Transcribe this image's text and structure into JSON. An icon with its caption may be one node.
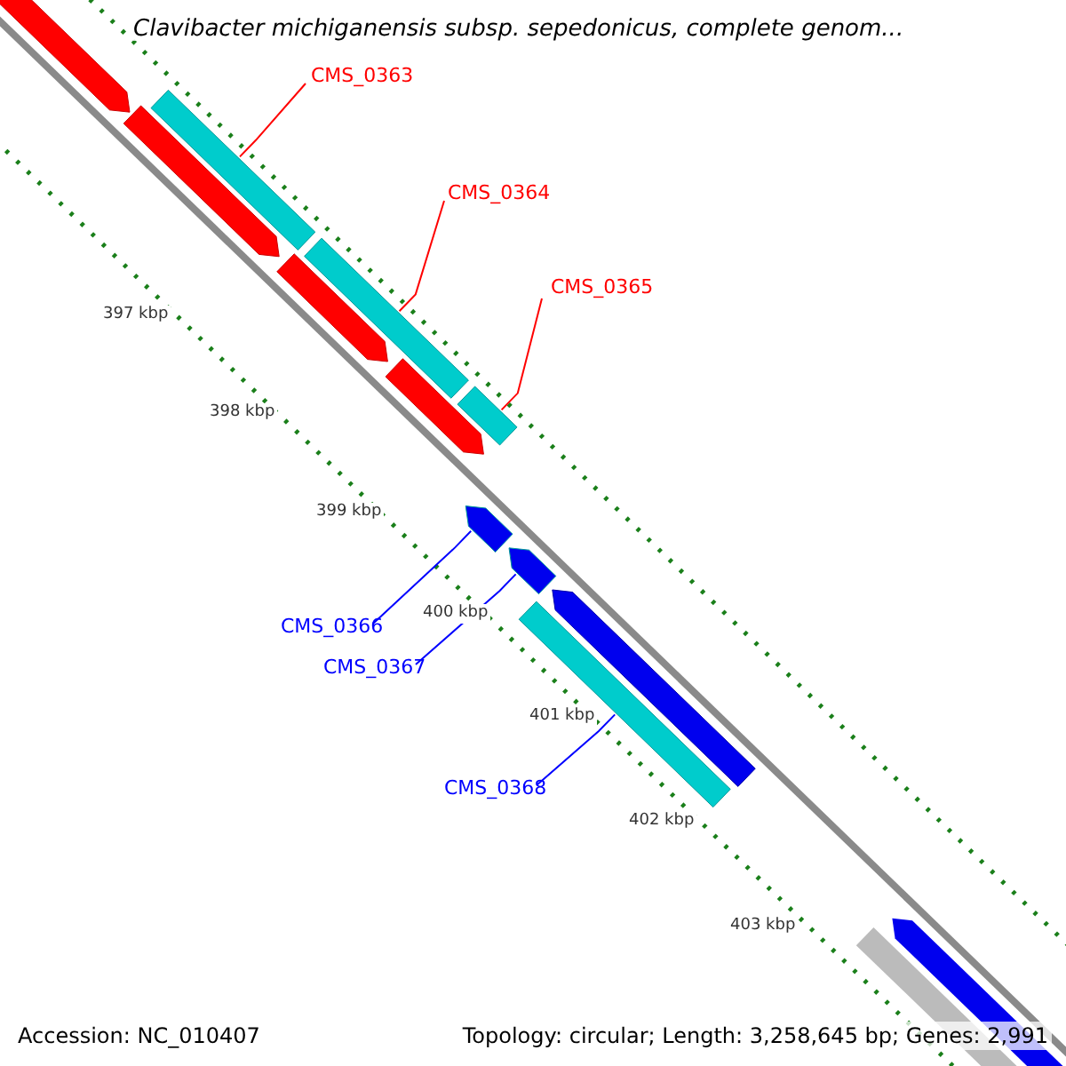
{
  "diagram": {
    "title": "Clavibacter michiganensis subsp. sepedonicus, complete genom...",
    "nodes": [
      {
        "text": [
          "CMS_0363"
        ]
      },
      {
        "text": [],
        "shape": "bar"
      },
      {
        "text": [
          "CMS_0364"
        ]
      },
      {
        "text": [],
        "shape": "bar"
      },
      {
        "text": [
          "CMS_0365"
        ]
      },
      {
        "text": [],
        "shape": "bar"
      },
      {
        "text": [
          "CMS_0366"
        ]
      },
      {
        "text": [],
        "shape": "arrow"
      },
      {
        "text": [
          "CMS_0367"
        ]
      },
      {
        "text": [],
        "shape": "arrow"
      },
      {
        "text": [
          "CMS_0368"
        ]
      },
      {
        "text": [],
        "shape": "bar"
      }
    ],
    "edges": [
      {
        "from": 0,
        "to": 1,
        "arrow": "none",
        "color": "#ff0000"
      },
      {
        "from": 2,
        "to": 3,
        "arrow": "none",
        "color": "#ff0000"
      },
      {
        "from": 4,
        "to": 5,
        "arrow": "none",
        "color": "#ff0000"
      },
      {
        "from": 6,
        "to": 7,
        "arrow": "none",
        "color": "#0000ff"
      },
      {
        "from": 8,
        "to": 9,
        "arrow": "none",
        "color": "#0000ff"
      },
      {
        "from": 10,
        "to": 11,
        "arrow": "none",
        "color": "#0000ff"
      }
    ],
    "labels": [
      "397 kbp",
      "398 kbp",
      "399 kbp",
      "400 kbp",
      "401 kbp",
      "402 kbp",
      "403 kbp",
      "Accession: NC_010407",
      "Topology: circular; Length: 3,258,645 bp; Genes: 2,991"
    ]
  }
}
